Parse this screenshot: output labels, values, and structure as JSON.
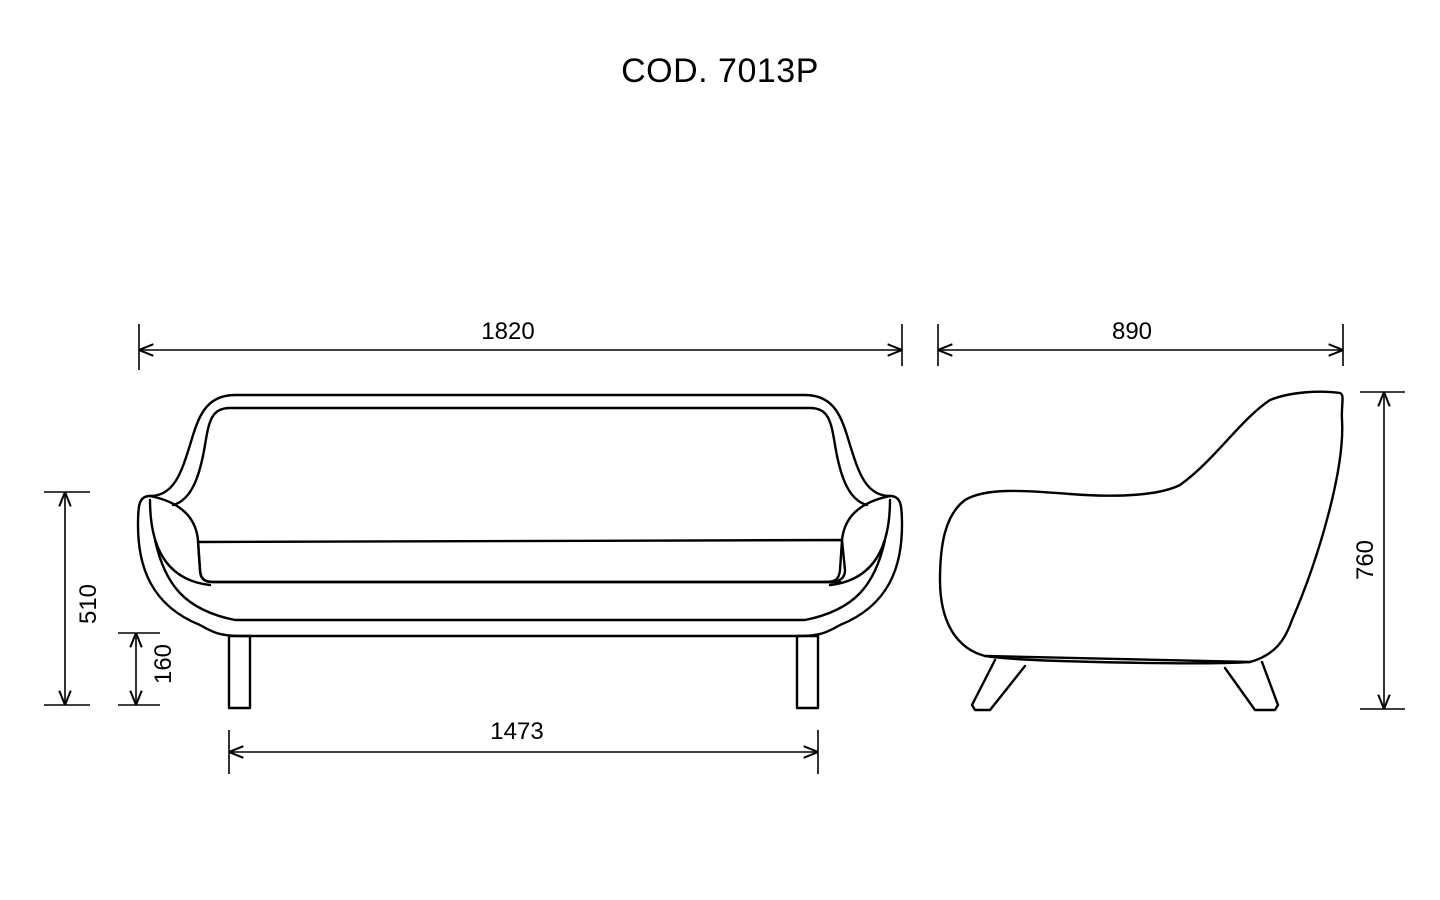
{
  "title": "COD. 7013P",
  "dimensions": {
    "sofa_total_width": "1820",
    "armchair_depth": "890",
    "sofa_seat_height": "510",
    "sofa_leg_height": "160",
    "sofa_leg_span": "1473",
    "armchair_total_height": "760"
  }
}
